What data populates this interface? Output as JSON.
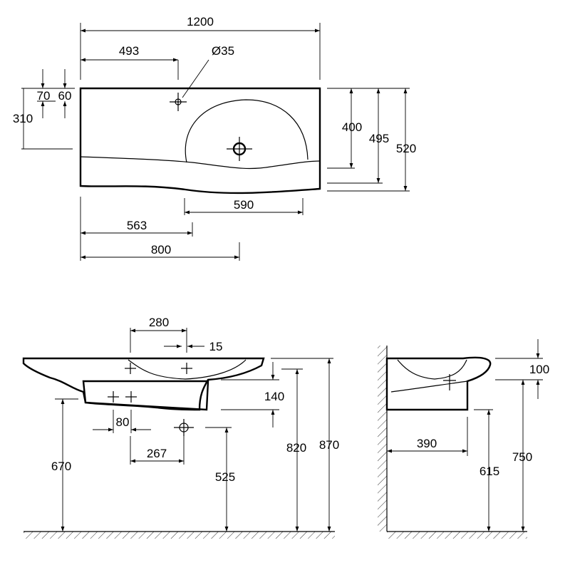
{
  "top_view": {
    "overall_width": "1200",
    "tap_offset": "493",
    "tap_hole": "Ø35",
    "edge_70": "70",
    "edge_60": "60",
    "depth_310": "310",
    "basin_depth": "400",
    "depth_495": "495",
    "depth_520": "520",
    "basin_width": "590",
    "offset_563": "563",
    "width_800": "800"
  },
  "front_view": {
    "dim_280": "280",
    "dim_15": "15",
    "dim_140": "140",
    "dim_80": "80",
    "dim_267": "267",
    "height_670": "670",
    "height_525": "525",
    "height_820": "820",
    "height_870": "870"
  },
  "side_view": {
    "dim_100": "100",
    "dim_390": "390",
    "height_615": "615",
    "height_750": "750"
  },
  "colors": {
    "line": "#000000",
    "background": "#ffffff"
  }
}
